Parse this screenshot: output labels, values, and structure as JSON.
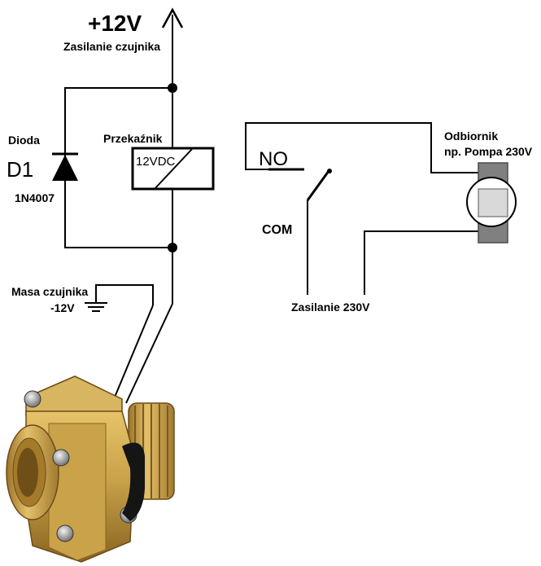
{
  "labels": {
    "supply_voltage": "+12V",
    "supply_caption": "Zasilanie czujnika",
    "diode_caption": "Dioda",
    "diode_ref": "D1",
    "diode_part": "1N4007",
    "relay_caption": "Przekaźnik",
    "relay_coil": "12VDC",
    "contact_no": "NO",
    "contact_com": "COM",
    "mains_supply": "Zasilanie 230V",
    "load_line1": "Odbiornik",
    "load_line2": "np. Pompa 230V",
    "ground_caption": "Masa czujnika",
    "ground_voltage": "-12V"
  },
  "icons": {
    "supply_arrow": "up-arrow-icon",
    "diode": "diode-icon",
    "relay_coil": "relay-coil-icon",
    "switch": "switch-contact-icon",
    "load": "pump-motor-icon",
    "ground": "ground-icon",
    "sensor": "flow-sensor-icon"
  },
  "colors": {
    "wire": "#000000",
    "brass": "#c9a24a",
    "brass_dark": "#8a6420",
    "load_body": "#808080"
  }
}
